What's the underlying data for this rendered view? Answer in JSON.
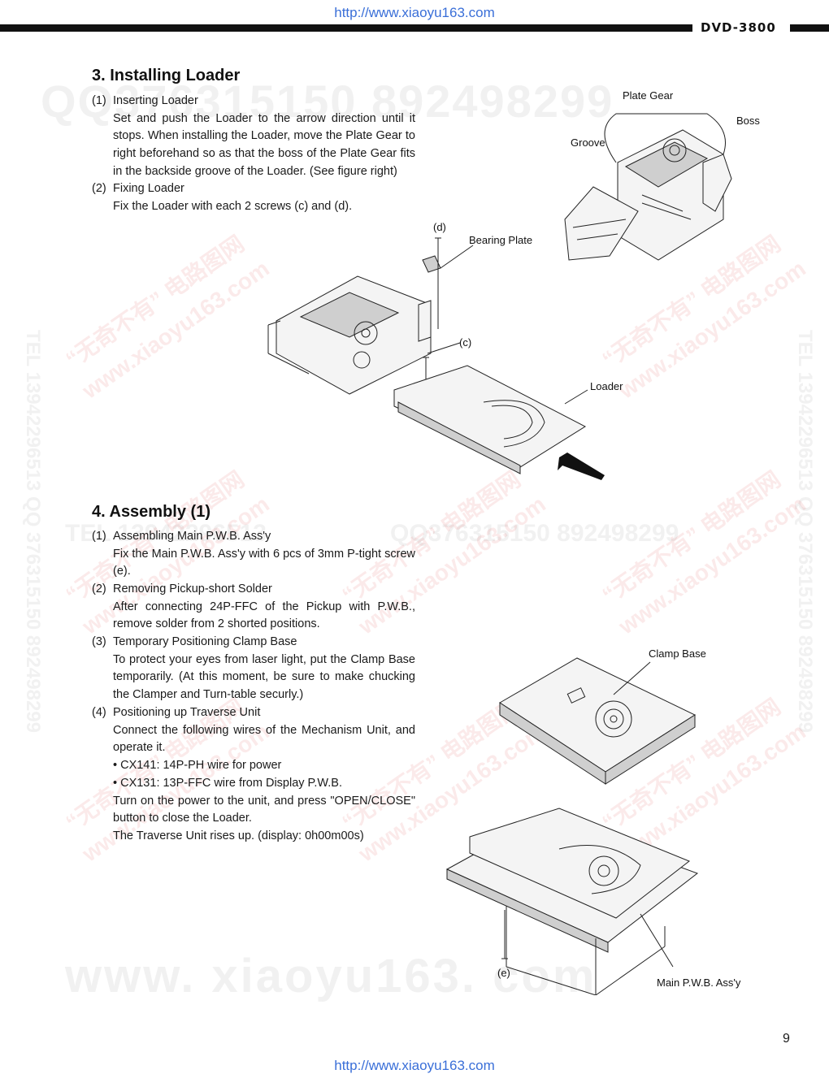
{
  "header": {
    "url": "http://www.xiaoyu163.com",
    "model": "DVD-3800"
  },
  "section3": {
    "title": "3. Installing Loader",
    "items": [
      {
        "num": "(1)",
        "heading": "Inserting Loader",
        "text": "Set and push the Loader to the arrow direction until it stops. When installing the Loader, move the Plate Gear to right beforehand so as that the boss of the Plate Gear fits in the backside groove of the Loader. (See figure right)"
      },
      {
        "num": "(2)",
        "heading": "Fixing Loader",
        "text": "Fix the Loader with each 2 screws (c) and (d)."
      }
    ],
    "figure_labels": {
      "plate_gear": "Plate Gear",
      "boss": "Boss",
      "groove": "Groove",
      "d": "(d)",
      "bearing_plate": "Bearing Plate",
      "c": "(c)",
      "loader": "Loader"
    }
  },
  "section4": {
    "title": "4. Assembly (1)",
    "items": [
      {
        "num": "(1)",
        "heading": "Assembling Main P.W.B. Ass'y",
        "lines": [
          "Fix the Main P.W.B. Ass'y with 6 pcs of 3mm P-tight screw (e)."
        ]
      },
      {
        "num": "(2)",
        "heading": "Removing Pickup-short Solder",
        "lines": [
          "After connecting 24P-FFC of the Pickup with P.W.B., remove solder from 2 shorted positions."
        ]
      },
      {
        "num": "(3)",
        "heading": "Temporary Positioning Clamp Base",
        "lines": [
          "To protect your eyes from laser light, put the Clamp Base temporarily. (At this moment, be sure to make chucking the Clamper and Turn-table securly.)"
        ]
      },
      {
        "num": "(4)",
        "heading": "Positioning up Traverse Unit",
        "lines": [
          "Connect the following wires of the Mechanism Unit, and operate it.",
          "• CX141: 14P-PH wire for power",
          "• CX131: 13P-FFC wire from Display P.W.B.",
          "Turn on the power to the unit, and press \"OPEN/CLOSE\" button to close the Loader.",
          "The Traverse Unit rises up. (display: 0h00m00s)"
        ]
      }
    ],
    "figure_labels": {
      "clamp_base": "Clamp Base",
      "e": "(e)",
      "main_pwb": "Main P.W.B. Ass'y"
    }
  },
  "watermarks": {
    "qq_top": "QQ376315150   892498299",
    "cn_site": "“无奇不有” 电路图网",
    "site": "www.xiaoyu163.com",
    "tel_line": "TEL 13942296513   QQ 376315150   892498299",
    "tel_mid": "TEL 13942296513",
    "qq_mid": "QQ376315150  892498299",
    "site_big": "www. xiaoyu163. com"
  },
  "footer": {
    "page_number": "9",
    "url": "http://www.xiaoyu163.com"
  }
}
